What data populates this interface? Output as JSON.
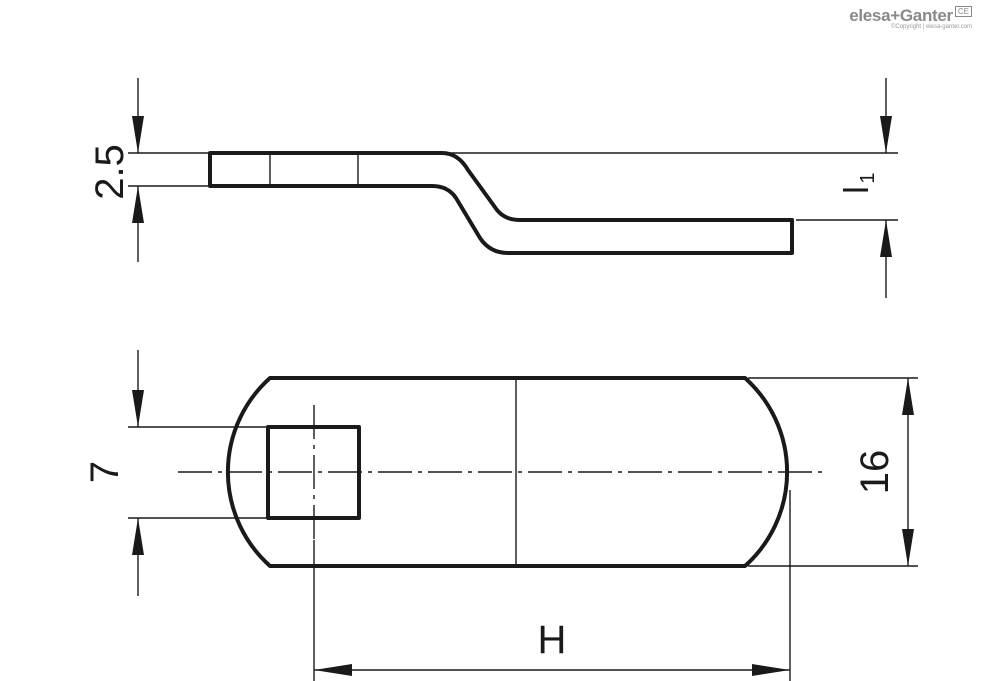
{
  "brand": {
    "name": "elesa+Ganter",
    "badge": "CE",
    "copyright": "©Copyright | elesa-ganter.com"
  },
  "dimensions": {
    "thickness": "2.5",
    "offset_label": "l",
    "offset_sub": "1",
    "square_hole": "7",
    "width": "16",
    "center_distance": "H"
  }
}
